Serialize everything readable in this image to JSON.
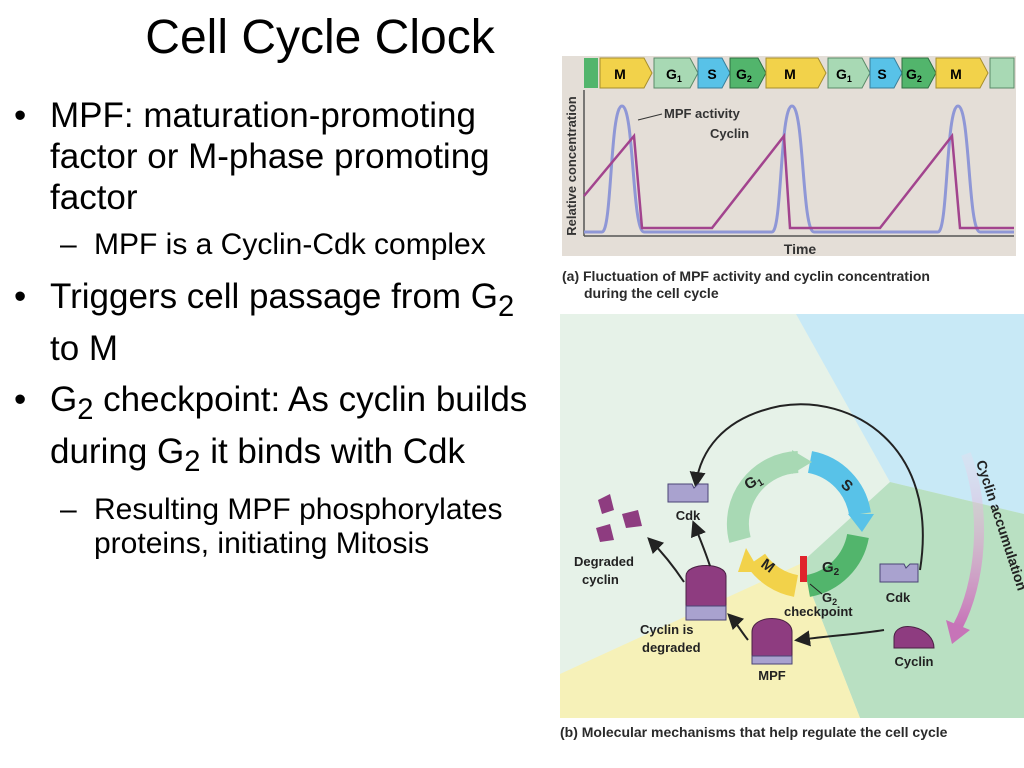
{
  "slide": {
    "title": "Cell Cycle Clock",
    "b1_text": "MPF: maturation-promoting factor or M-phase promoting factor",
    "b1_sub": "MPF is a Cyclin-Cdk complex",
    "b2_pre": "Triggers cell passage from G",
    "b2_sub": "2",
    "b2_post": " to M",
    "b3_p1": "G",
    "b3_s1": "2",
    "b3_p2": " checkpoint: As cyclin builds during G",
    "b3_s2": "2",
    "b3_p3": " it binds with Cdk",
    "b3_sub": "Resulting MPF phosphorylates proteins, initiating Mitosis"
  },
  "figure_a": {
    "ylabel": "Relative concentration",
    "xlabel": "Time",
    "label_mpf": "MPF activity",
    "label_cyclin": "Cyclin",
    "phase_m": "M",
    "phase_g": "G",
    "phase_s": "S",
    "sub_1": "1",
    "sub_2": "2",
    "caption_line1": "(a) Fluctuation of MPF activity and cyclin concentration",
    "caption_line2": "during the cell cycle"
  },
  "figure_b": {
    "phase_g": "G",
    "phase_s": "S",
    "phase_m": "M",
    "sub_1": "1",
    "sub_2": "2",
    "cyclin_accumulation": "Cyclin accumulation",
    "cdk_top": "Cdk",
    "cdk_right": "Cdk",
    "degraded_l1": "Degraded",
    "degraded_l2": "cyclin",
    "checkpoint_g": "G",
    "checkpoint_word": "checkpoint",
    "is_degraded_l1": "Cyclin is",
    "is_degraded_l2": "degraded",
    "mpf": "MPF",
    "cyclin": "Cyclin",
    "caption": "(b) Molecular mechanisms that help regulate the cell cycle"
  },
  "colors": {
    "m_phase": "#f2d24a",
    "g_phase": "#52b56c",
    "g1_phase": "#a8d9b4",
    "s_phase": "#58c2e8",
    "mpf_curve": "#8f97d6",
    "cyclin_curve": "#a2448e",
    "cyclin_shape": "#8e3c80",
    "cdk_shape": "#a9a2cf"
  }
}
